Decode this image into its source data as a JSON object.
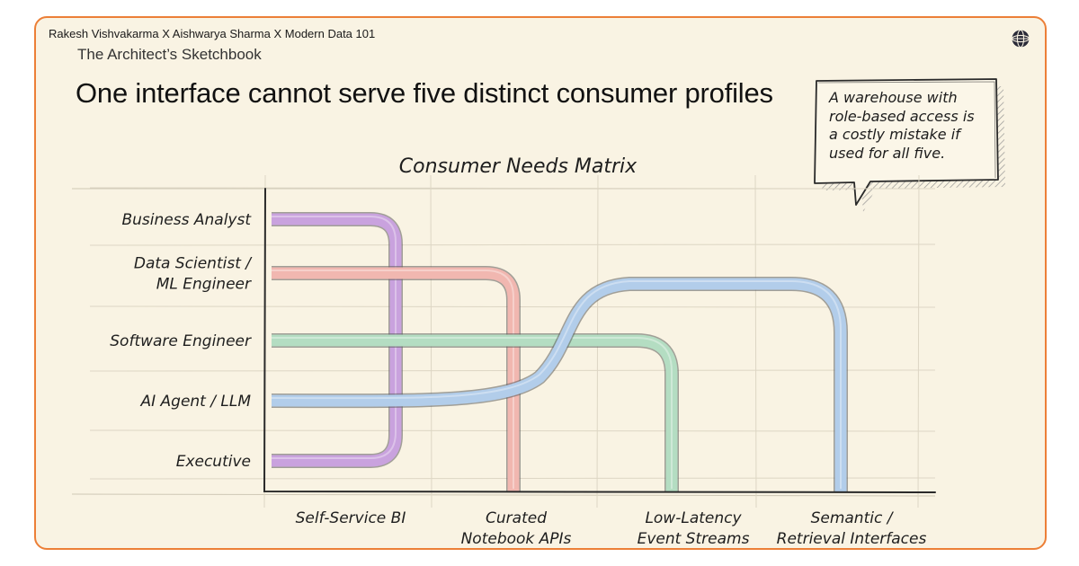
{
  "credit": "Rakesh Vishvakarma X Aishwarya Sharma X Modern Data 101",
  "series_title": "The Architect’s Sketchbook",
  "headline": "One interface cannot serve five distinct consumer profiles",
  "logo_icon": "globe-icon",
  "callout": {
    "lines": [
      "A warehouse with",
      "role-based access is",
      "a costly mistake if",
      "used for all five."
    ]
  },
  "chart_data": {
    "type": "diagram",
    "title": "Consumer Needs Matrix",
    "consumers": [
      {
        "lines": [
          "Business Analyst"
        ]
      },
      {
        "lines": [
          "Data Scientist /",
          "ML Engineer"
        ]
      },
      {
        "lines": [
          "Software Engineer"
        ]
      },
      {
        "lines": [
          "AI Agent / LLM"
        ]
      },
      {
        "lines": [
          "Executive"
        ]
      }
    ],
    "interfaces": [
      {
        "lines": [
          "Self-Service BI"
        ]
      },
      {
        "lines": [
          "Curated",
          "Notebook APIs"
        ]
      },
      {
        "lines": [
          "Low-Latency",
          "Event Streams"
        ]
      },
      {
        "lines": [
          "Semantic /",
          "Retrieval Interfaces"
        ]
      }
    ],
    "mappings": [
      {
        "from": "Business Analyst",
        "to": "Self-Service BI",
        "color": "#c9a2de"
      },
      {
        "from": "Executive",
        "to": "Self-Service BI",
        "color": "#c9a2de"
      },
      {
        "from": "Data Scientist / ML Engineer",
        "to": "Curated Notebook APIs",
        "color": "#f1b7b0"
      },
      {
        "from": "Software Engineer",
        "to": "Low-Latency Event Streams",
        "color": "#b4ddc2"
      },
      {
        "from": "AI Agent / LLM",
        "to": "Semantic / Retrieval Interfaces",
        "color": "#b2cdea"
      }
    ]
  },
  "colors": {
    "accent_border": "#ec7f37",
    "card_background": "#f9f3e3"
  }
}
